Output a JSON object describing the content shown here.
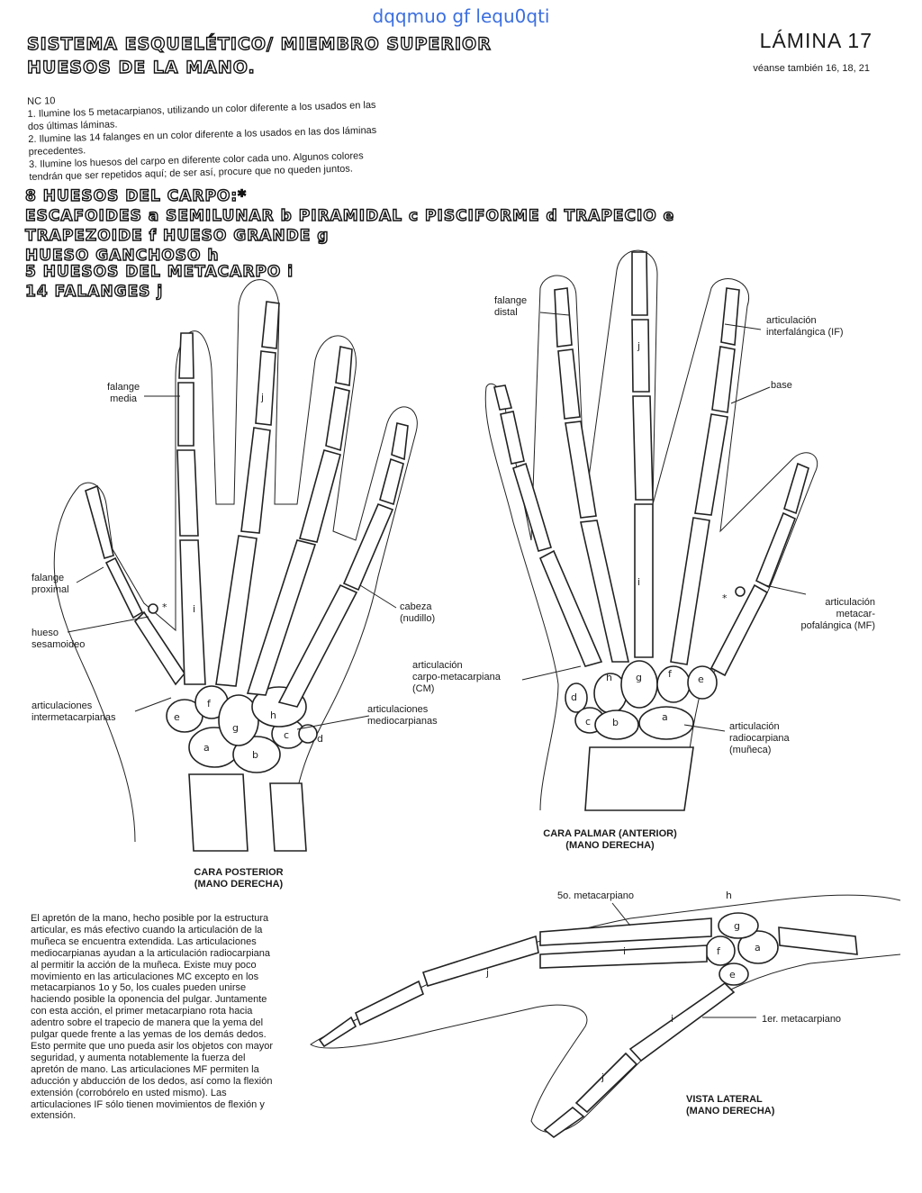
{
  "watermark": "dqqmuo gf lequ0qti",
  "header": {
    "title_line1": "SISTEMA ESQUELÉTICO/ MIEMBRO SUPERIOR",
    "title_line2": "HUESOS DE LA MANO.",
    "plate": "LÁMINA 17",
    "see_also": "véanse también 16, 18, 21"
  },
  "instructions": {
    "code": "NC 10",
    "lines": [
      "1. Ilumine los 5 metacarpianos, utilizando un color diferente a los usados en las",
      "dos últimas láminas.",
      "2. Ilumine las 14 falanges en un color diferente a los usados en las dos láminas",
      "precedentes.",
      "3. Ilumine los huesos del carpo en diferente color cada uno. Algunos colores",
      "tendrán que ser repetidos aquí; de ser así, procure que no queden juntos."
    ]
  },
  "bone_list": {
    "line1": "8 HUESOS DEL CARPO:*",
    "line2": "ESCAFOIDES a SEMILUNAR b PIRAMIDAL c PISCIFORME d TRAPECIO e",
    "line3": "TRAPEZOIDE f HUESO GRANDE g",
    "line4": "HUESO GANCHOSO h",
    "line5": "5 HUESOS DEL METACARPO i",
    "line6": "14 FALANGES j"
  },
  "labels": {
    "falange_distal": "falange\ndistal",
    "art_interfalangica": "articulación\ninterfalángica (IF)",
    "base": "base",
    "falange_media": "falange\nmedia",
    "falange_proximal": "falange\nproximal",
    "hueso_sesamoideo": "hueso\nsesamoideo",
    "cabeza": "cabeza\n(nudillo)",
    "art_metacarpofalangica": "articulación\nmetacar-\npofalángica (MF)",
    "art_carpometacarpiana": "articulación\ncarpo-metacarpiana\n(CM)",
    "art_intermetacarpianas": "articulaciones\nintermetacarpianas",
    "art_mediocarpianas": "articulaciones\nmediocarpianas",
    "art_radiocarpiana": "articulación\nradiocarpiana\n(muñeca)",
    "quinto_metacarpiano": "5o. metacarpiano",
    "primer_metacarpiano": "1er. metacarpiano"
  },
  "captions": {
    "posterior": "CARA POSTERIOR\n(MANO DERECHA)",
    "palmar": "CARA PALMAR (ANTERIOR)\n(MANO DERECHA)",
    "lateral": "VISTA LATERAL\n(MANO DERECHA)"
  },
  "paragraph": "El apretón de la mano, hecho posible por la estructura articular, es más efectivo cuando la articulación de la muñeca se encuentra extendida. Las articulaciones mediocarpianas ayudan a la articulación radiocarpiana al permitir la acción de la muñeca. Existe muy poco movimiento en las articulaciones MC excepto en los metacarpianos 1o y 5o, los cuales pueden unirse haciendo posible la oponencia del pulgar. Juntamente con esta acción, el primer metacarpiano rota hacia adentro sobre el trapecio de manera que la yema del pulgar quede frente a las yemas de los demás dedos. Esto permite que uno pueda asir los objetos con mayor seguridad, y aumenta notablemente la fuerza del apretón de mano. Las articulaciones MF permiten la aducción y abducción de los dedos, así como la flexión extensión (corrobórelo en usted mismo). Las articulaciones IF sólo tienen movimientos de flexión y extensión.",
  "bone_letters": [
    "a",
    "b",
    "c",
    "d",
    "e",
    "f",
    "g",
    "h",
    "i",
    "j",
    "*"
  ]
}
